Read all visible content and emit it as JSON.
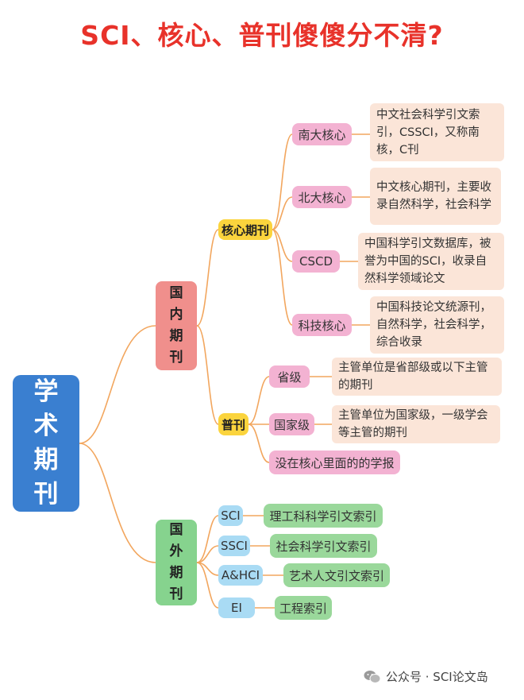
{
  "title": "SCI、核心、普刊傻傻分不清?",
  "root": {
    "label": [
      "学",
      "术",
      "期",
      "刊"
    ]
  },
  "domestic": {
    "label": [
      "国",
      "内",
      "期",
      "刊"
    ],
    "core": {
      "label": "核心期刊",
      "items": [
        {
          "name": "南大核心",
          "desc": "中文社会科学引文索引，CSSCI，又称南核，C刊"
        },
        {
          "name": "北大核心",
          "desc": "中文核心期刊，主要收录自然科学，社会科学"
        },
        {
          "name": "CSCD",
          "desc": "中国科学引文数据库，被誉为中国的SCI，收录自然科学领域论文"
        },
        {
          "name": "科技核心",
          "desc": "中国科技论文统源刊，自然科学，社会科学，综合收录"
        }
      ]
    },
    "general": {
      "label": "普刊",
      "items": [
        {
          "name": "省级",
          "desc": "主管单位是省部级或以下主管的期刊"
        },
        {
          "name": "国家级",
          "desc": "主管单位为国家级，一级学会等主管的期刊"
        },
        {
          "name": "没在核心里面的的学报"
        }
      ]
    }
  },
  "foreign": {
    "label": [
      "国",
      "外",
      "期",
      "刊"
    ],
    "items": [
      {
        "name": "SCI",
        "desc": "理工科科学引文索引"
      },
      {
        "name": "SSCI",
        "desc": "社会科学引文索引"
      },
      {
        "name": "A&HCI",
        "desc": "艺术人文引文索引"
      },
      {
        "name": "EI",
        "desc": "工程索引"
      }
    ]
  },
  "watermark": {
    "text": "公众号 · SCI论文岛",
    "icon": "wechat-icon"
  },
  "colors": {
    "title": "#e8322a",
    "root": "#3a7fd0",
    "domestic": "#f08f8c",
    "foreign": "#86d38e",
    "yellow": "#fbd43d",
    "pink": "#f3b2d2",
    "peach": "#fbe5d8",
    "blue": "#a9dbf4",
    "green": "#9ad89b",
    "connector": "#f2a65e"
  }
}
